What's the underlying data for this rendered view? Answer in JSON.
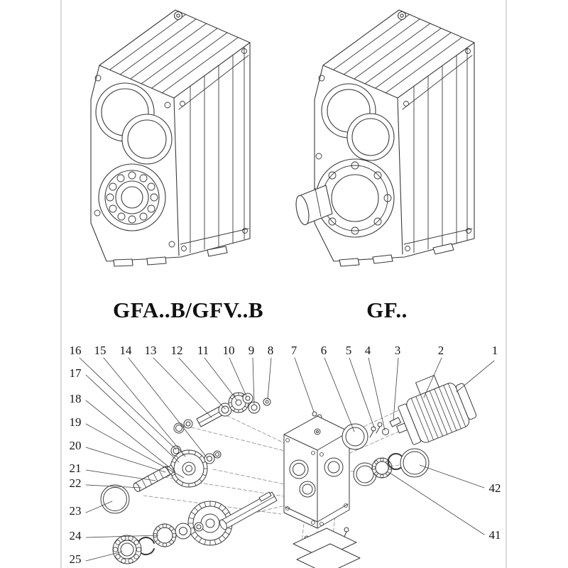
{
  "colors": {
    "background": "#ffffff",
    "line_art": "#3a3a3a",
    "text": "#151515"
  },
  "models": {
    "left_label": "GFA..B/GFV..B",
    "right_label": "GF.."
  },
  "parts_diagram": {
    "top_row": [
      "16",
      "15",
      "14",
      "13",
      "12",
      "11",
      "10",
      "9",
      "8",
      "7",
      "6",
      "5",
      "4",
      "3",
      "2",
      "1"
    ],
    "left_column": [
      "17",
      "18",
      "19",
      "20",
      "21",
      "22",
      "23",
      "24",
      "25"
    ],
    "right_column": [
      "42",
      "41"
    ]
  }
}
